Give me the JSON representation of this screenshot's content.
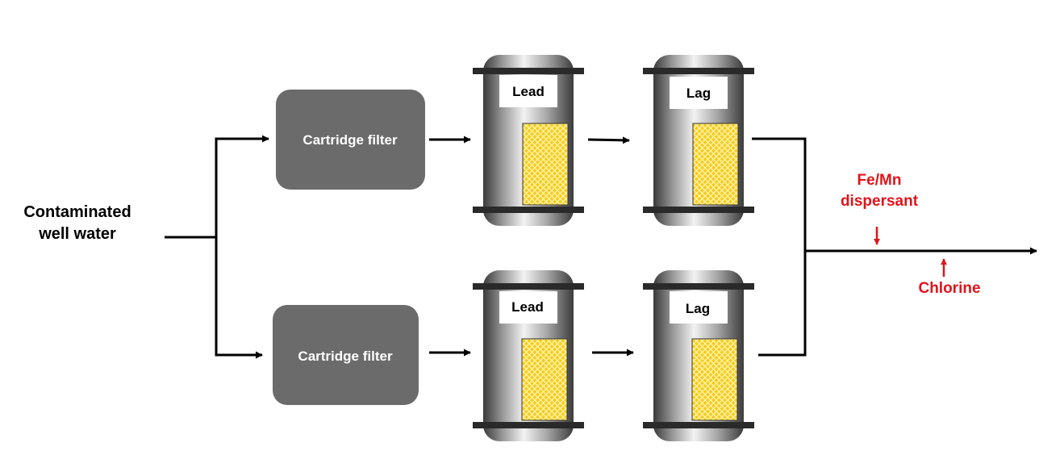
{
  "source_label": {
    "line1": "Contaminated",
    "line2": "well water"
  },
  "filters": [
    {
      "label": "Cartridge filter"
    },
    {
      "label": "Cartridge filter"
    }
  ],
  "vessels": [
    {
      "label": "Lead"
    },
    {
      "label": "Lag"
    },
    {
      "label": "Lead"
    },
    {
      "label": "Lag"
    }
  ],
  "additives": {
    "dispersant": {
      "line1": "Fe/Mn",
      "line2": "dispersant"
    },
    "chlorine": "Chlorine"
  },
  "colors": {
    "flow_line": "#000000",
    "filter_box": "#6b6b6b",
    "filter_text": "#ffffff",
    "additive": "#e0141c",
    "media": "#f5c816"
  }
}
